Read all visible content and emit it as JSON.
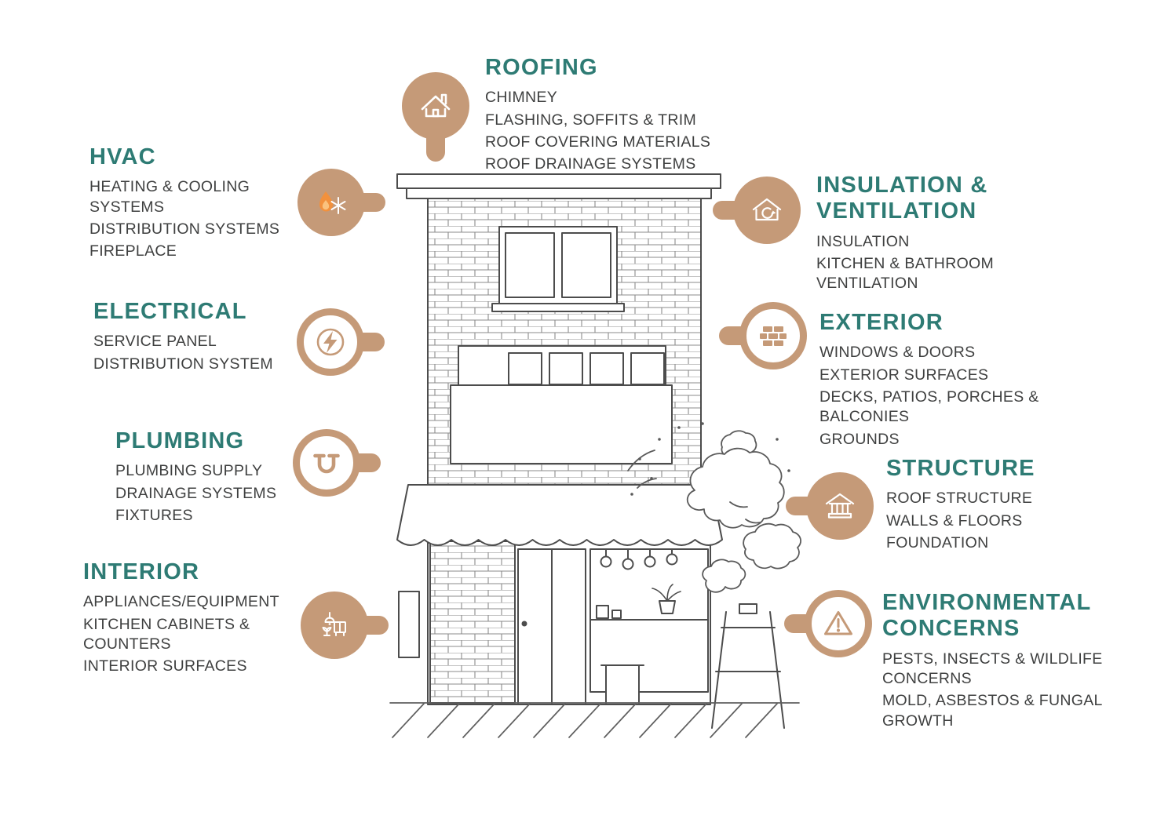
{
  "colors": {
    "heading_teal": "#2e7b74",
    "badge_tan": "#c59a78",
    "flame_orange": "#f2913d",
    "body_text": "#3f4040",
    "sketch_line": "#4c4c4c"
  },
  "sections": [
    {
      "id": "roofing",
      "title": "ROOFING",
      "icon": "roof-icon",
      "items": [
        "CHIMNEY",
        "FLASHING, SOFFITS & TRIM",
        "ROOF COVERING MATERIALS",
        "ROOF DRAINAGE SYSTEMS"
      ]
    },
    {
      "id": "hvac",
      "title": "HVAC",
      "icon": "flame-snowflake-icon",
      "items": [
        "HEATING & COOLING SYSTEMS",
        "DISTRIBUTION SYSTEMS",
        "FIREPLACE"
      ]
    },
    {
      "id": "electrical",
      "title": "ELECTRICAL",
      "icon": "lightning-bolt-icon",
      "items": [
        "SERVICE PANEL",
        "DISTRIBUTION SYSTEM"
      ]
    },
    {
      "id": "plumbing",
      "title": "PLUMBING",
      "icon": "pipe-icon",
      "items": [
        "PLUMBING SUPPLY",
        "DRAINAGE SYSTEMS",
        "FIXTURES"
      ]
    },
    {
      "id": "interior",
      "title": "INTERIOR",
      "icon": "interior-furnishings-icon",
      "items": [
        "APPLIANCES/EQUIPMENT",
        "KITCHEN CABINETS & COUNTERS",
        "INTERIOR SURFACES"
      ]
    },
    {
      "id": "insulation-ventilation",
      "title": "INSULATION & VENTILATION",
      "icon": "house-ventilation-icon",
      "items": [
        "INSULATION",
        "KITCHEN & BATHROOM VENTILATION"
      ]
    },
    {
      "id": "exterior",
      "title": "EXTERIOR",
      "icon": "brick-wall-icon",
      "items": [
        "WINDOWS & DOORS",
        "EXTERIOR SURFACES",
        "DECKS, PATIOS, PORCHES & BALCONIES",
        "GROUNDS"
      ]
    },
    {
      "id": "structure",
      "title": "STRUCTURE",
      "icon": "house-structure-icon",
      "items": [
        "ROOF STRUCTURE",
        "WALLS & FLOORS",
        "FOUNDATION"
      ]
    },
    {
      "id": "environmental",
      "title": "ENVIRONMENTAL CONCERNS",
      "icon": "warning-triangle-icon",
      "items": [
        "PESTS, INSECTS & WILDLIFE CONCERNS",
        "MOLD, ASBESTOS & FUNGAL GROWTH"
      ]
    }
  ]
}
